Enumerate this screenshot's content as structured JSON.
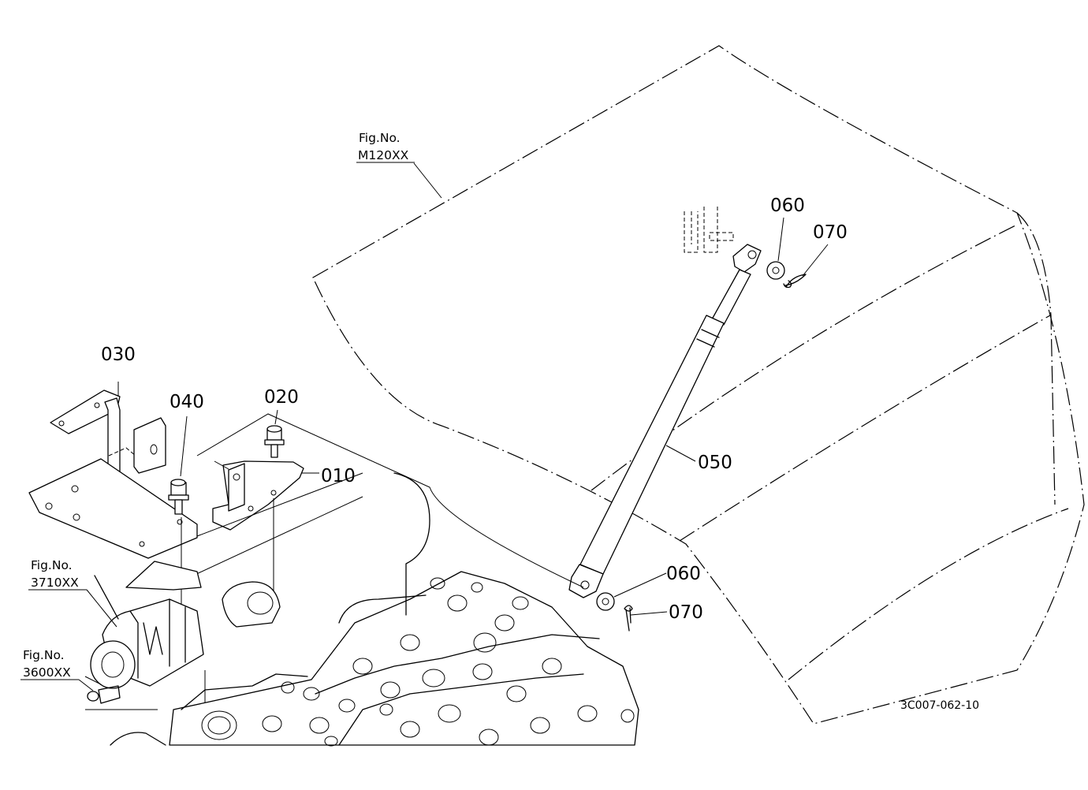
{
  "callouts": {
    "p010": "010",
    "p020": "020",
    "p030": "030",
    "p040": "040",
    "p050": "050",
    "p060_top": "060",
    "p060_bottom": "060",
    "p070_top": "070",
    "p070_bottom": "070"
  },
  "figure_refs": {
    "hood": {
      "line1": "Fig.No.",
      "line2": "M120XX"
    },
    "radiator": {
      "line1": "Fig.No.",
      "line2": "3710XX"
    },
    "fan": {
      "line1": "Fig.No.",
      "line2": "3600XX"
    }
  },
  "drawing_code": "3C007-062-10"
}
